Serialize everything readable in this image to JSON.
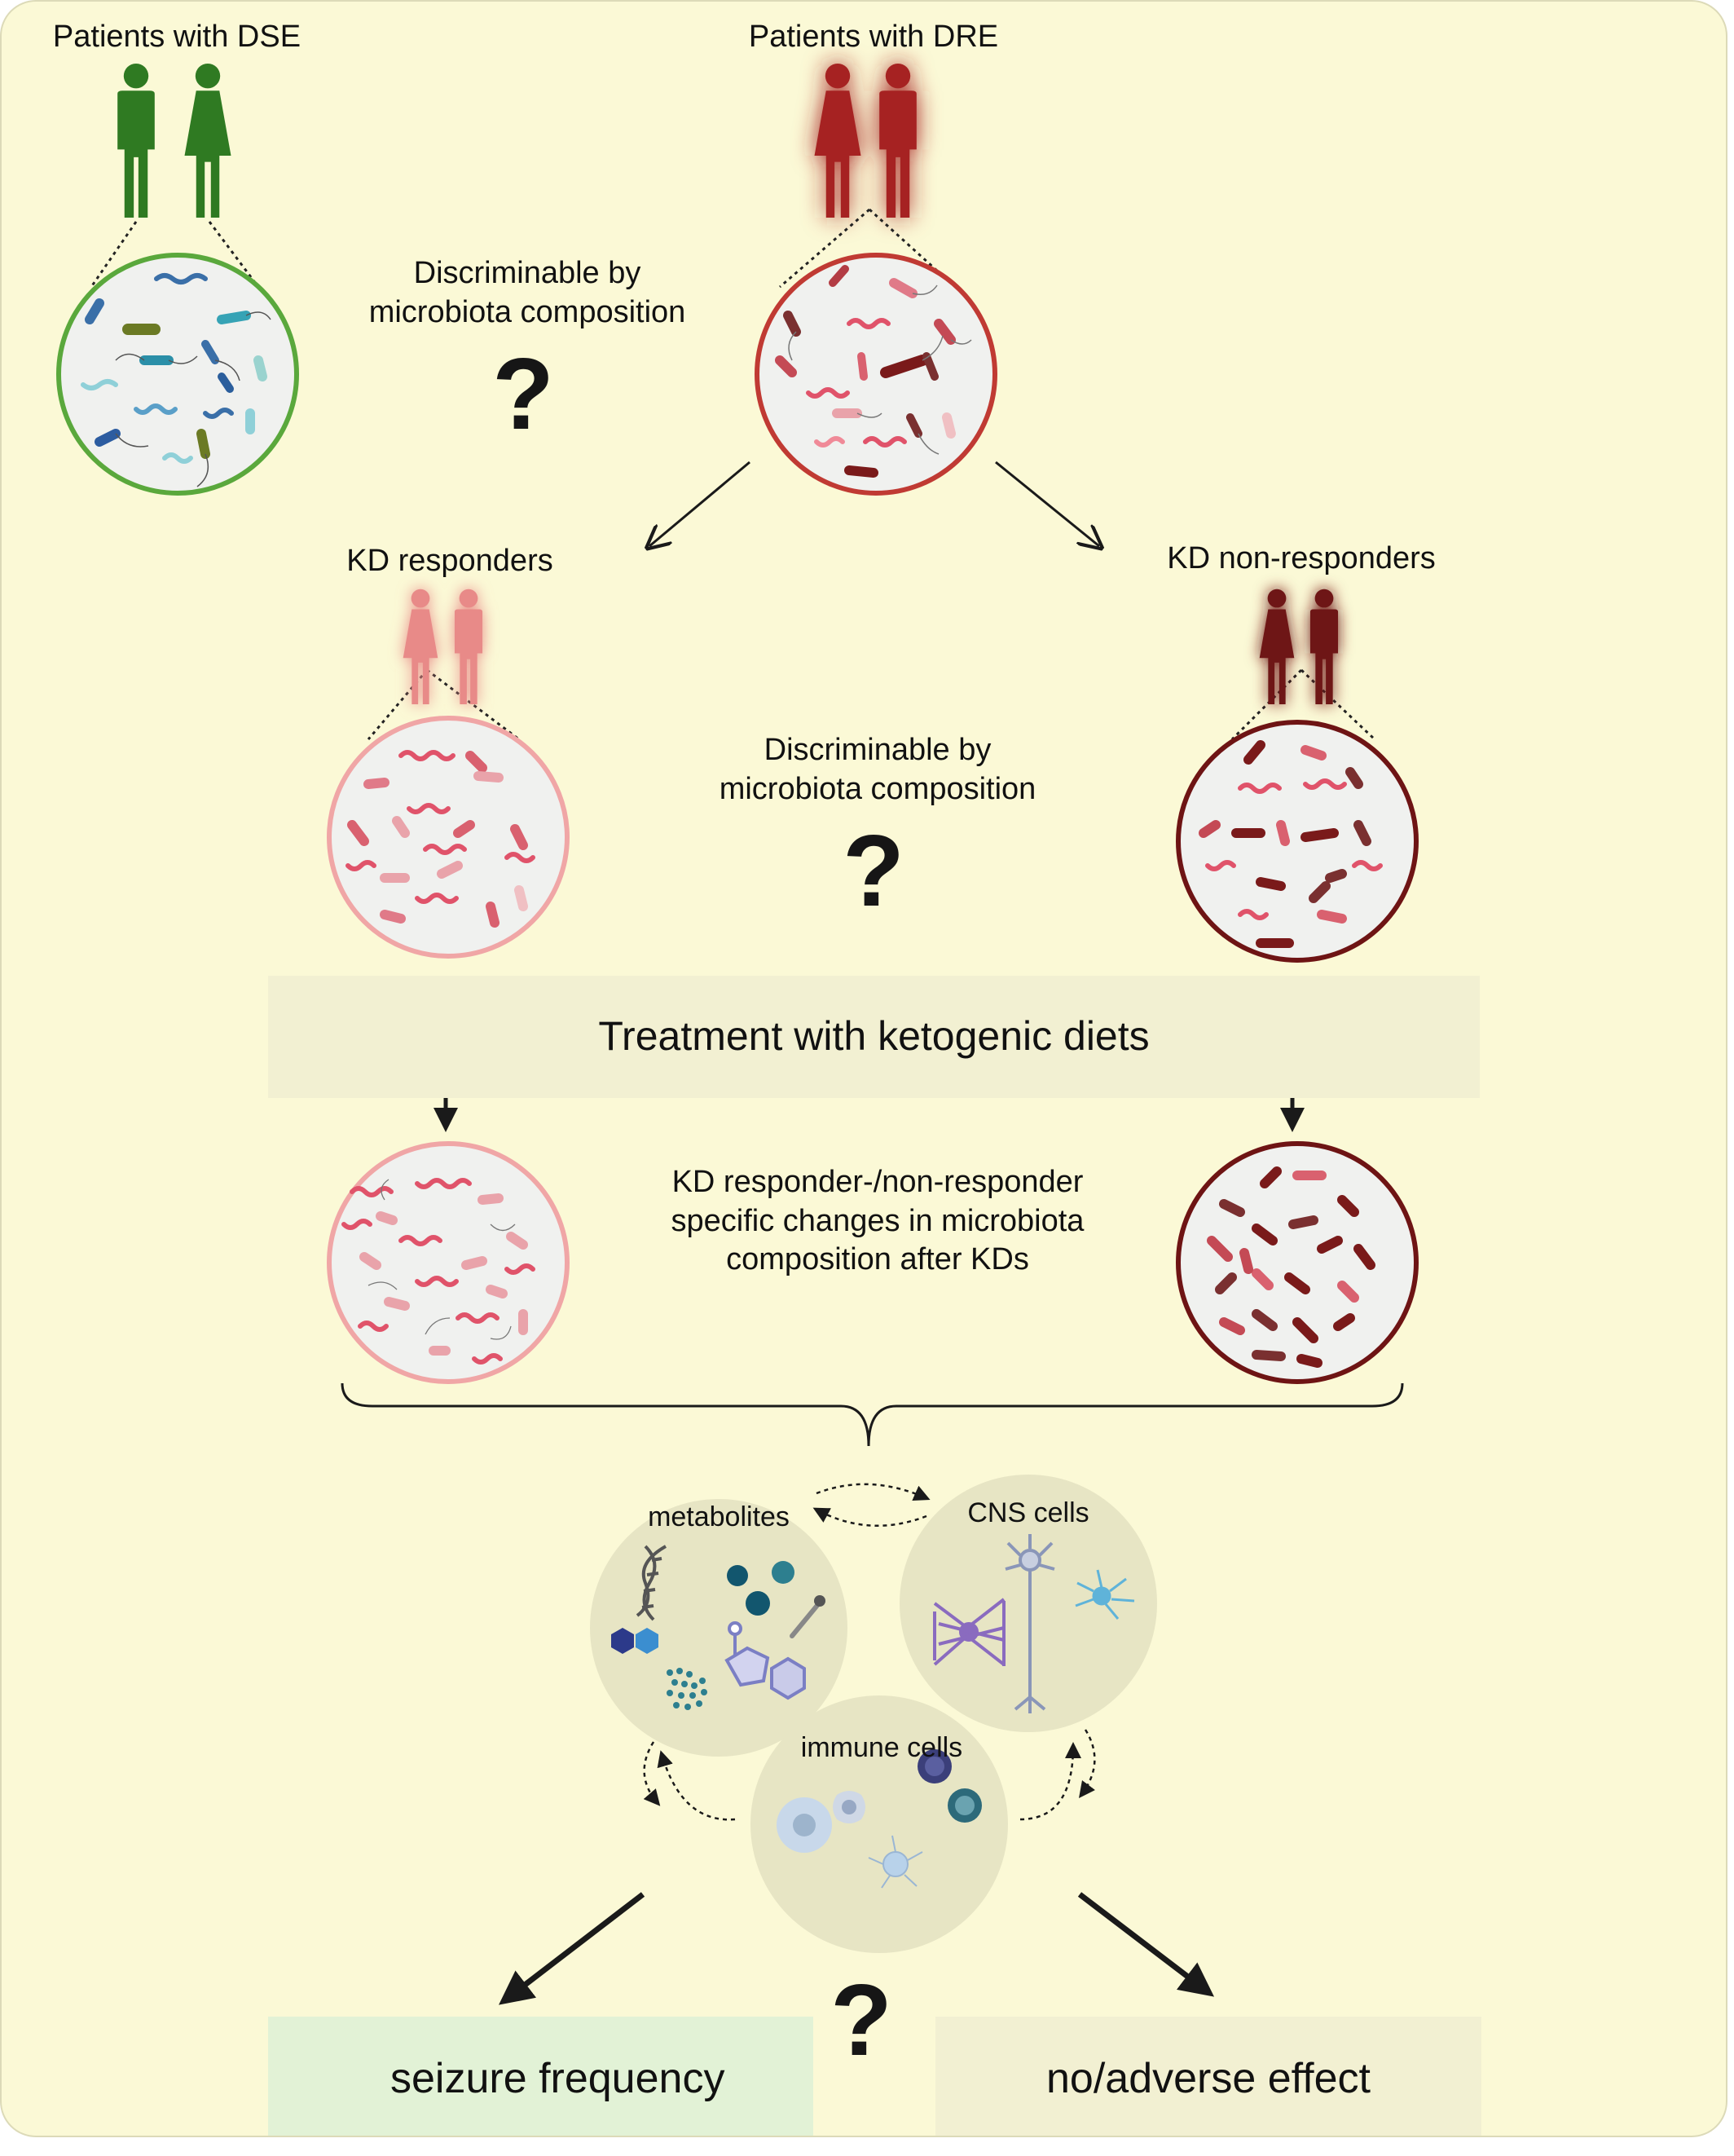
{
  "top": {
    "dse_label": "Patients with DSE",
    "dre_label": "Patients with DRE",
    "question_1": "Discriminable by\nmicrobiota composition"
  },
  "middle": {
    "responders_label": "KD responders",
    "non_responders_label": "KD non-responders",
    "question_2": "Discriminable by\nmicrobiota composition"
  },
  "treatment": {
    "label": "Treatment with ketogenic diets"
  },
  "changes": {
    "label": "KD responder-/non-responder\nspecific changes in microbiota\ncomposition after KDs"
  },
  "mechanisms": {
    "metabolites_label": "metabolites",
    "cns_label": "CNS cells",
    "immune_label": "immune cells"
  },
  "outcomes": {
    "question_mark": "?",
    "seizure_label": "seizure frequency",
    "adverse_label": "no/adverse effect"
  },
  "colors": {
    "background": "#fbf9d6",
    "dse_green": "#2f7a22",
    "dre_red": "#a62220",
    "responder_pink": "#e88a88",
    "non_responder_darkred": "#6e1414",
    "treatment_box": "#f2f0d2",
    "seizure_box": "#e2f2d6",
    "adverse_box": "#f2f0d2"
  }
}
